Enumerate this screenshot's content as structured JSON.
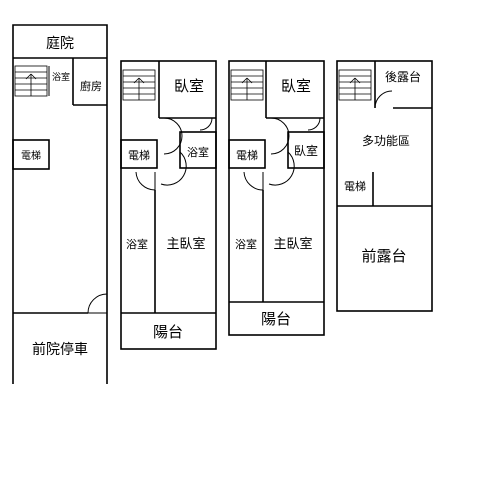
{
  "floors": [
    {
      "rooms": {
        "courtyard": "庭院",
        "bath": "浴室",
        "kitchen": "廚房",
        "elevator": "電梯",
        "parking": "前院停車"
      }
    },
    {
      "rooms": {
        "bedroom": "臥室",
        "bath_small": "浴室",
        "elevator": "電梯",
        "bath_large": "浴室",
        "master_bedroom": "主臥室",
        "balcony": "陽台"
      }
    },
    {
      "rooms": {
        "bedroom_top": "臥室",
        "bedroom_mid": "臥室",
        "elevator": "電梯",
        "bath_large": "浴室",
        "master_bedroom": "主臥室",
        "balcony": "陽台"
      }
    },
    {
      "rooms": {
        "rear_terrace": "後露台",
        "multi_purpose": "多功能區",
        "elevator": "電梯",
        "front_terrace": "前露台"
      }
    }
  ]
}
